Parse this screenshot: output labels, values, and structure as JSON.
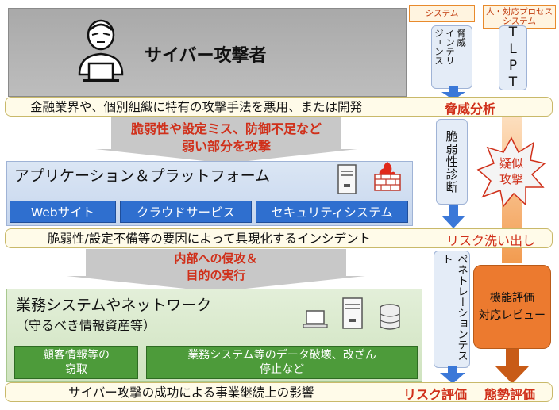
{
  "attacker": {
    "title": "サイバー攻撃者"
  },
  "tags": {
    "system": "システム",
    "human_process": "人・対応プロセス\nシステム"
  },
  "threat_intel": {
    "label": "脅威\nインテリ\nジェンス"
  },
  "tlpt": {
    "label": "TLPT"
  },
  "band1": {
    "text": "金融業界や、個別組織に特有の攻撃手法を悪用、または開発",
    "right_label": "脅威分析"
  },
  "attack_arrow": {
    "text": "脆弱性や設定ミス、防御不足など\n弱い部分を攻撃"
  },
  "vuln_diag": {
    "label": "脆弱性診断"
  },
  "pseudo_attack": {
    "label": "疑似\n攻撃"
  },
  "app_platform": {
    "title": "アプリケーション＆プラットフォーム",
    "items": [
      "Webサイト",
      "クラウドサービス",
      "セキュリティシステム"
    ]
  },
  "band2": {
    "text": "脆弱性/設定不備等の要因によって具現化するインシデント",
    "right_label": "リスク洗い出し"
  },
  "intrusion_arrow": {
    "text": "内部への侵攻＆\n目的の実行"
  },
  "pentest": {
    "label": "ペネトレーションテスト"
  },
  "review": {
    "label": "機能評価\n対応レビュー"
  },
  "business": {
    "title": "業務システムやネットワーク",
    "subtitle": "（守るべき情報資産等）",
    "items": [
      "顧客情報等の\n窃取",
      "業務システム等のデータ破壊、改ざん\n停止など"
    ]
  },
  "band3": {
    "text": "サイバー攻撃の成功による事業継続上の影響",
    "label_left": "リスク評価",
    "label_right": "態勢評価"
  },
  "colors": {
    "accent_red": "#d0301a",
    "blue": "#2f6fcf",
    "green": "#4d9b3a",
    "orange": "#e8742a"
  }
}
